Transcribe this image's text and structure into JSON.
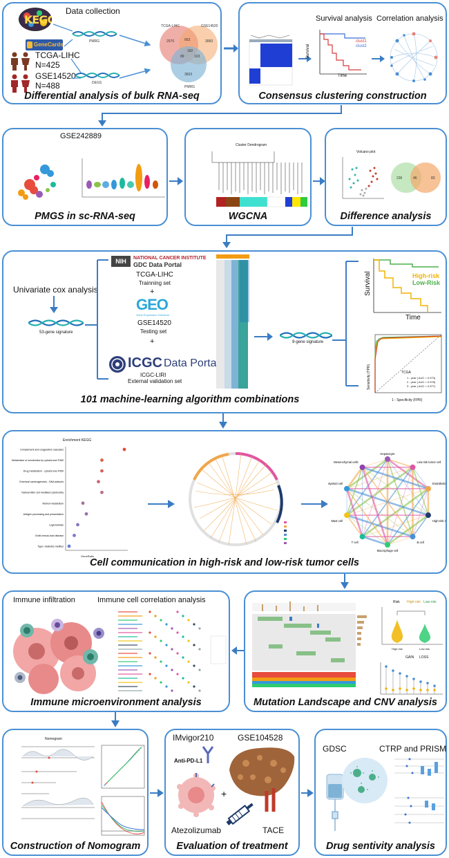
{
  "panels": {
    "p1": {
      "caption": "Differential analysis of bulk RNA-seq",
      "data_collection": "Data collection",
      "kegg": "KEGG",
      "genecards": "GeneCards",
      "tcga": "TCGA-LIHC",
      "tcga_n": "N=425",
      "gse": "GSE14520",
      "gse_n": "N=488",
      "venn_a": "TCGA-LIHC",
      "venn_b": "GSE14520",
      "venn_c": "PMRG",
      "venn_vals": [
        "2570",
        "663",
        "3060",
        "89",
        "182",
        "103",
        "3653"
      ],
      "dna1": "PMRG",
      "dna2": "DEGS"
    },
    "p2": {
      "caption": "Consensus clustering construction",
      "survival_title": "Survival analysis",
      "corr_title": "Correlation analysis",
      "legend": [
        "clust1",
        "clust2"
      ],
      "ylabel": "Survival",
      "xlabel": "Time"
    },
    "p3": {
      "caption": "PMGS in sc-RNA-seq",
      "title": "GSE242889"
    },
    "p4": {
      "caption": "WGCNA",
      "title": "Cluster Dendrogram"
    },
    "p5": {
      "caption": "Difference analysis",
      "volcano_title": "Volcano plot",
      "venn_vals": [
        "236",
        "46",
        "83"
      ]
    },
    "p6": {
      "caption": "101 machine-learning algorithm combinations",
      "univariate": "Univariate cox analysis",
      "sig53": "53-gene signature",
      "sig9": "9-gene signature",
      "nih": "NIH",
      "nci": "NATIONAL CANCER INSTITUTE",
      "gdc": "GDC Data Portal",
      "tcga": "TCGA-LIHC",
      "training": "Trainning set",
      "plus": "+",
      "geo": "GEO",
      "geo_sub": "Gene Expression Omnibus",
      "gse": "GSE14520",
      "testing": "Testing set",
      "icgc": "ICGC",
      "data_portal": "Data Portal",
      "icgc_liri": "ICGC-LIRI",
      "external": "External validation set",
      "km_high": "High-risk",
      "km_low": "Low-Risk",
      "km_ylabel": "Survival",
      "km_xlabel": "Time",
      "roc_ylabel": "Sensitivity (TPR)",
      "roc_xlabel": "1 - Specificity (FPR)",
      "roc_legend_title": "TCGA",
      "roc_legend": [
        "1 - year ( AUC = 0.973)",
        "2 - year ( AUC = 0.978)",
        "3 - year ( AUC = 0.977)"
      ]
    },
    "p7": {
      "caption": "Cell communication in high-risk and low-risk tumor cells",
      "kegg_title": "Enrichment KEGG",
      "kegg_terms": [
        "Complement and coagulation cascades",
        "Metabolism of xenobiotics by cytochrome P450",
        "Drug metabolism - cytochrome P450",
        "Chemical carcinogenesis - DNA adducts",
        "Natural killer cell mediated cytotoxicity",
        "Retinol metabolism",
        "Antigen processing and presentation",
        "Legionellosis",
        "Graft-versus-host disease",
        "Type I diabetes mellitus"
      ],
      "kegg_ratio": [
        0.34,
        0.21,
        0.21,
        0.19,
        0.21,
        0.1,
        0.12,
        0.07,
        0.05,
        0.02
      ],
      "xlabel": "GeneRatio",
      "network_nodes": [
        "Hepatocyte",
        "Low-risk tumor cell",
        "Endothelial cell",
        "High-risk tumor cell",
        "B cell",
        "Macrophage cell",
        "T cell",
        "Mast cell",
        "Myeloid cell",
        "Mesenchymal cells"
      ]
    },
    "p8": {
      "caption": "Immune microenvironment analysis",
      "infiltration": "Immune infiltration",
      "correlation": "Immune cell correlation analysis"
    },
    "p9": {
      "caption": "Mutation Landscape and CNV  analysis",
      "legend_title": "Risk",
      "legend": [
        "High-risk",
        "Low-risk"
      ],
      "gain": "GAIN",
      "loss": "LOSS",
      "groups": [
        "High-risk",
        "Low-risk"
      ]
    },
    "p10": {
      "caption": "Construction of Nomogram",
      "title": "Nomogram"
    },
    "p11": {
      "caption": "Evaluation of treatment",
      "imvigor": "IMvigor210",
      "gse": "GSE104528",
      "antipdl1": "Anti-PD-L1",
      "atezo": "Atezolizumab",
      "tace": "TACE",
      "plus": "+"
    },
    "p12": {
      "caption": "Drug sentivity analysis",
      "gdsc": "GDSC",
      "ctrp": "CTRP and PRISM"
    }
  },
  "colors": {
    "border": "#4a8fd4",
    "arrow": "#3a7cc4",
    "venn_red": "#e8837a",
    "venn_orange": "#f4a86a",
    "venn_blue": "#7fb3d6",
    "high_risk": "#f0b400",
    "low_risk": "#4cb04c",
    "clust1": "#d63a3a",
    "clust2": "#3a6fd6"
  }
}
